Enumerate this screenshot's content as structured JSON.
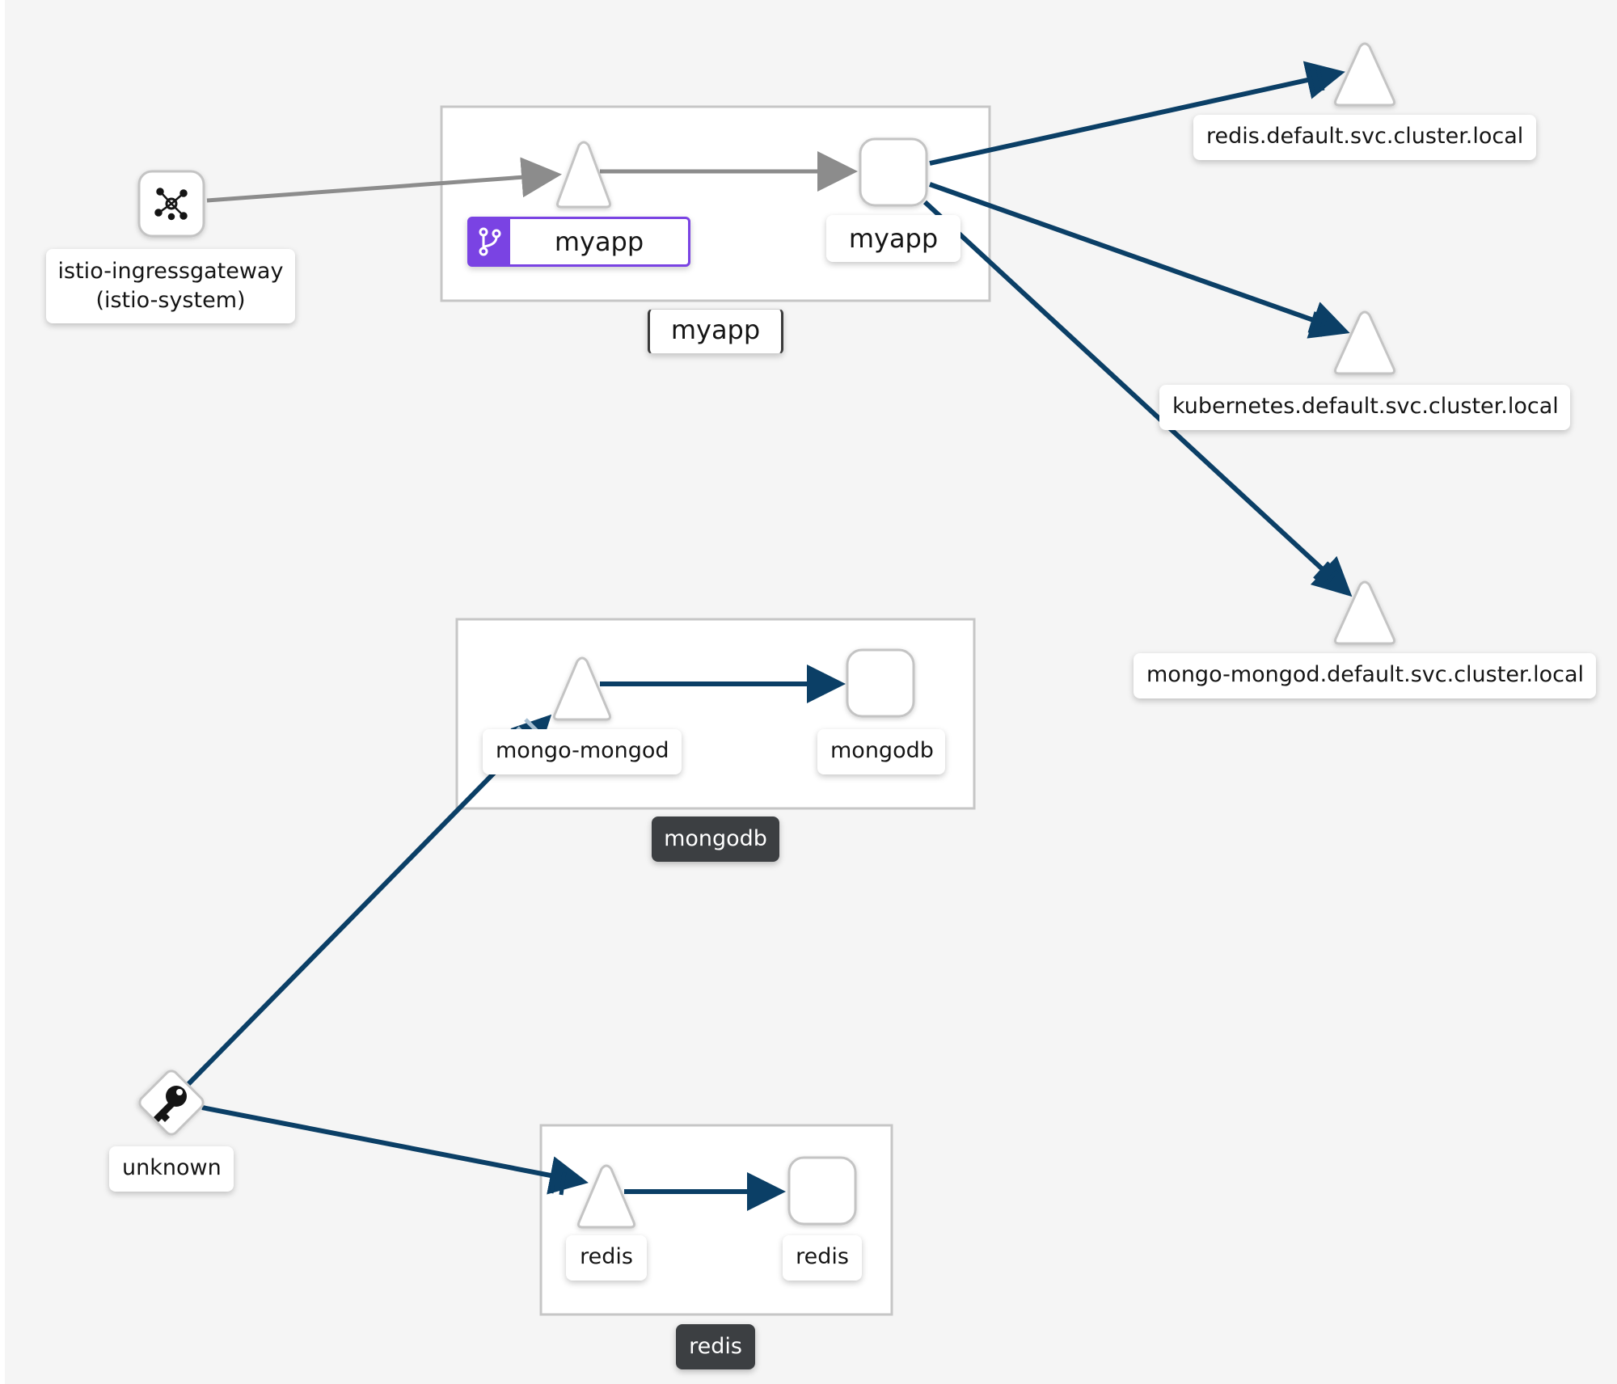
{
  "graph": {
    "nodes": {
      "ingress_gateway": {
        "line1": "istio-ingressgateway",
        "line2": "(istio-system)",
        "icon": "gateway-icon"
      },
      "myapp_service": {
        "version_label": "myapp",
        "badge_icon": "branch-icon"
      },
      "myapp_workload": {
        "label": "myapp"
      },
      "redis_default_svc": {
        "label": "redis.default.svc.cluster.local"
      },
      "kubernetes_default_svc": {
        "label": "kubernetes.default.svc.cluster.local"
      },
      "mongo_mongod_default_svc": {
        "label": "mongo-mongod.default.svc.cluster.local"
      },
      "mongo_mongod_service": {
        "label": "mongo-mongod"
      },
      "mongodb_workload": {
        "label": "mongodb"
      },
      "unknown_source": {
        "label": "unknown",
        "icon": "key-icon"
      },
      "redis_service": {
        "label": "redis"
      },
      "redis_workload": {
        "label": "redis"
      }
    },
    "boxes": {
      "myapp": {
        "label": "myapp"
      },
      "mongodb": {
        "label": "mongodb"
      },
      "redis": {
        "label": "redis"
      }
    },
    "colors": {
      "mtls_edge": "#0b3f66",
      "plain_edge": "#8c8c8c",
      "node_border": "#c4c4c4",
      "version_accent": "#7a43e3",
      "dark_label": "#3c3f42"
    }
  }
}
